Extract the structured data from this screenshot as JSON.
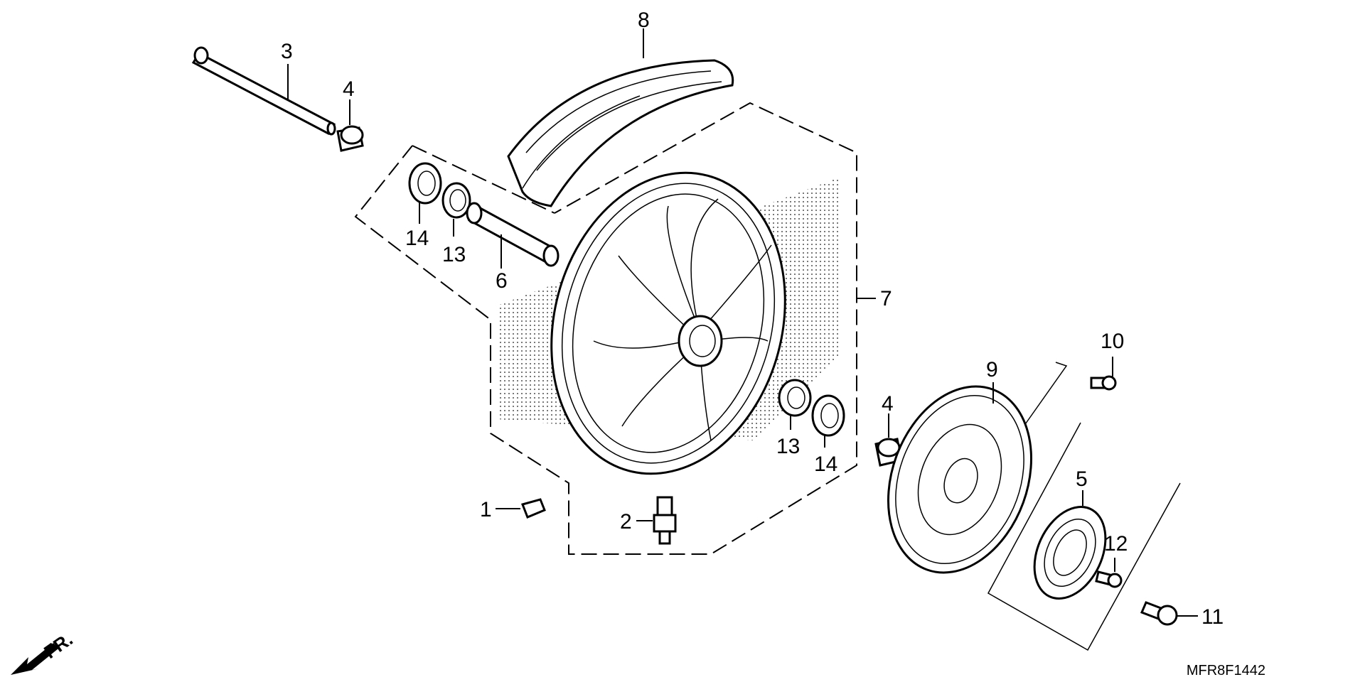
{
  "diagram": {
    "callouts": {
      "c1": "1",
      "c2": "2",
      "c3": "3",
      "c4a": "4",
      "c4b": "4",
      "c5": "5",
      "c6": "6",
      "c7": "7",
      "c8": "8",
      "c9": "9",
      "c10": "10",
      "c11": "11",
      "c12": "12",
      "c13a": "13",
      "c13b": "13",
      "c14a": "14",
      "c14b": "14"
    },
    "direction_label": "FR.",
    "drawing_code": "MFR8F1442"
  },
  "colors": {
    "line": "#000000",
    "background": "#ffffff"
  }
}
